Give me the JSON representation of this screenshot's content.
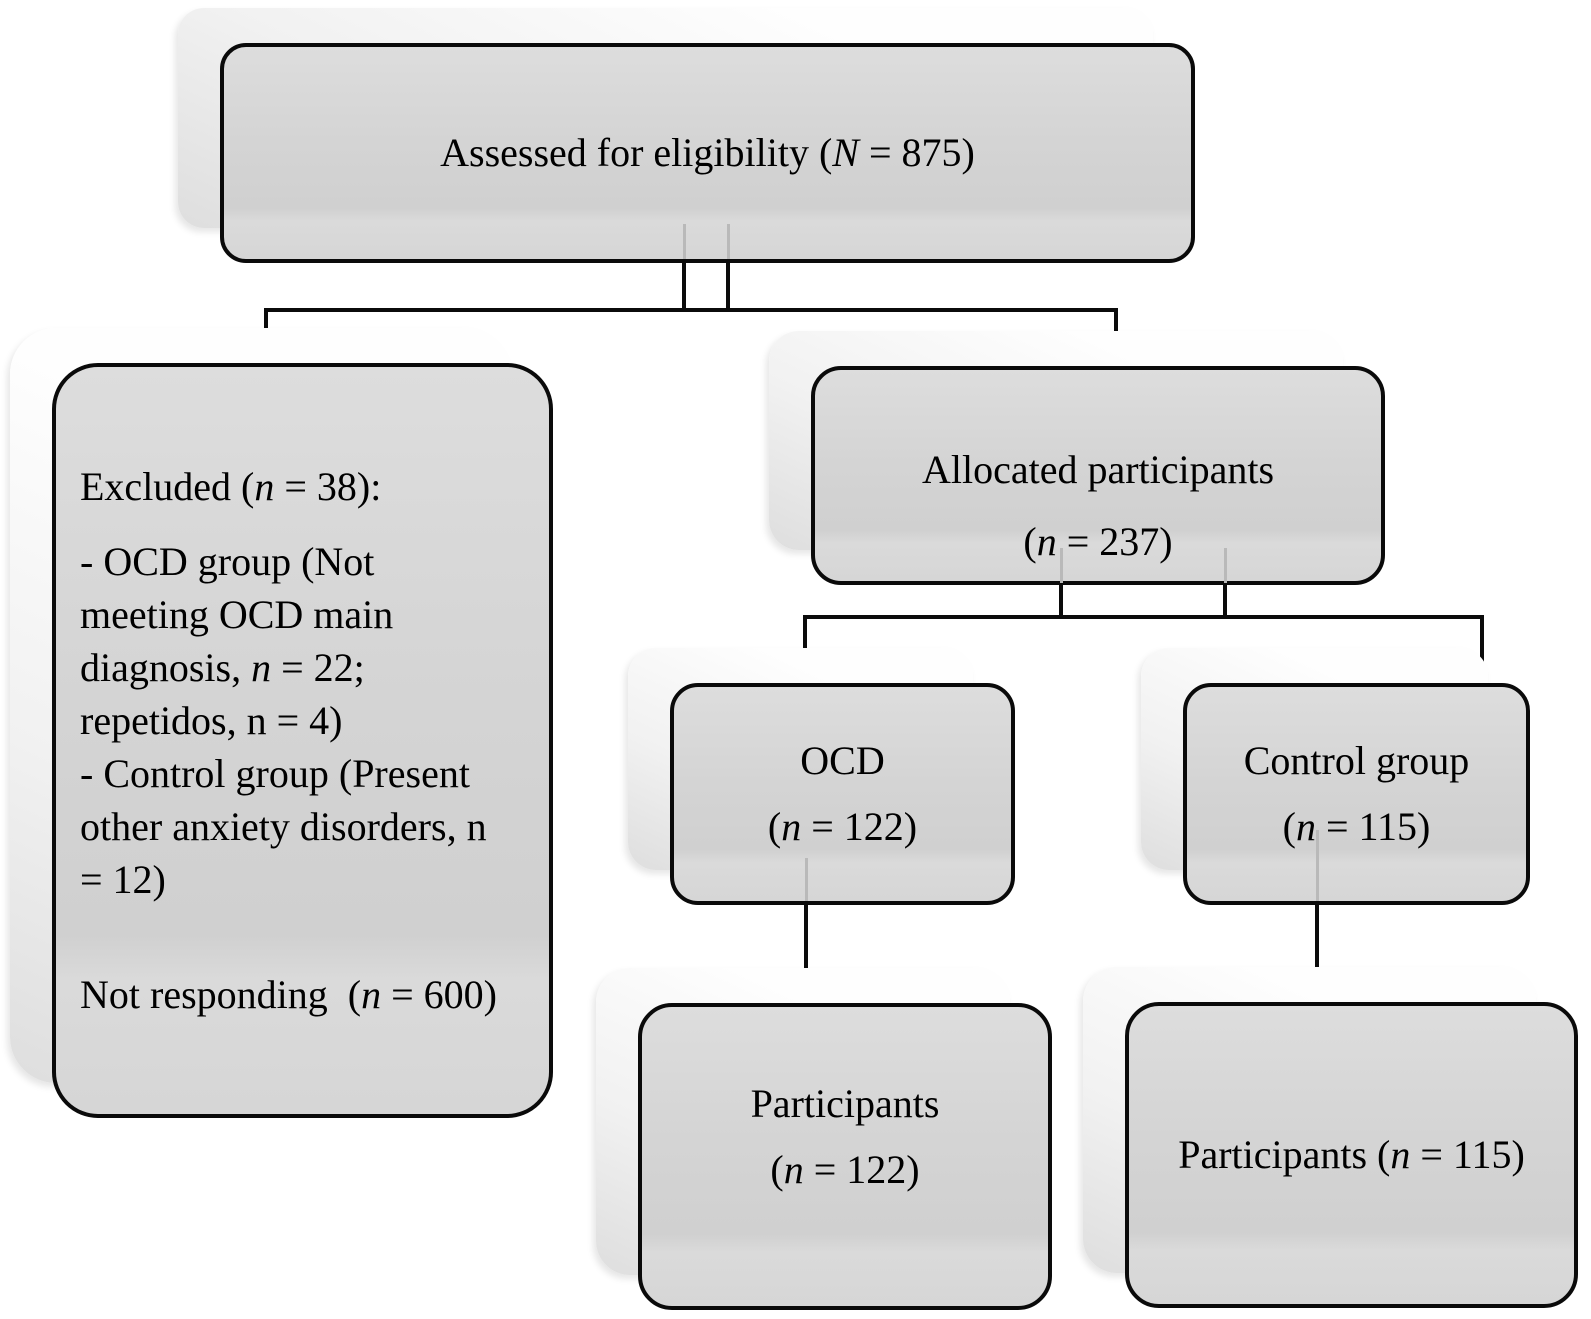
{
  "figure": {
    "type": "participant-flow-diagram",
    "colors": {
      "background": "#ffffff",
      "box_fill": "#d5d5d5",
      "box_border": "#0a0a0a",
      "shadow_fill": "#f1f1f1",
      "connector": "#0b0b0b",
      "text": "#000000"
    }
  },
  "nodes": {
    "assessed": {
      "lines": [
        {
          "pre": "Assessed for eligibility (",
          "i": "N",
          "post": " = 875)"
        }
      ]
    },
    "excluded": {
      "lines": [
        {
          "pre": "Excluded (",
          "i": "n",
          "post": " = 38):",
          "gap": true
        },
        {
          "pre": "- OCD group (Not"
        },
        {
          "pre": "meeting OCD main"
        },
        {
          "pre": "diagnosis, ",
          "i": "n",
          "post": " = 22;"
        },
        {
          "pre": "repetidos, n = 4)"
        },
        {
          "pre": "- Control group (Present"
        },
        {
          "pre": "other anxiety disorders, n"
        },
        {
          "pre": "= 12)"
        },
        {
          "pre": "",
          "blank": true
        },
        {
          "pre": "Not responding  (",
          "i": "n",
          "post": " = 600)"
        }
      ]
    },
    "allocated": {
      "lines": [
        {
          "pre": "Allocated participants"
        },
        {
          "pre": "(",
          "i": "n",
          "post": " = 237)"
        }
      ]
    },
    "ocd": {
      "lines": [
        {
          "pre": "OCD"
        },
        {
          "pre": "(",
          "i": "n",
          "post": " = 122)"
        }
      ]
    },
    "control": {
      "lines": [
        {
          "pre": "Control group"
        },
        {
          "pre": "(",
          "i": "n",
          "post": " = 115)"
        }
      ]
    },
    "participants_ocd": {
      "lines": [
        {
          "pre": "Participants"
        },
        {
          "pre": "(",
          "i": "n",
          "post": " = 122)"
        }
      ]
    },
    "participants_control": {
      "lines": [
        {
          "pre": "Participants (",
          "i": "n",
          "post": " = 115)"
        }
      ]
    }
  }
}
